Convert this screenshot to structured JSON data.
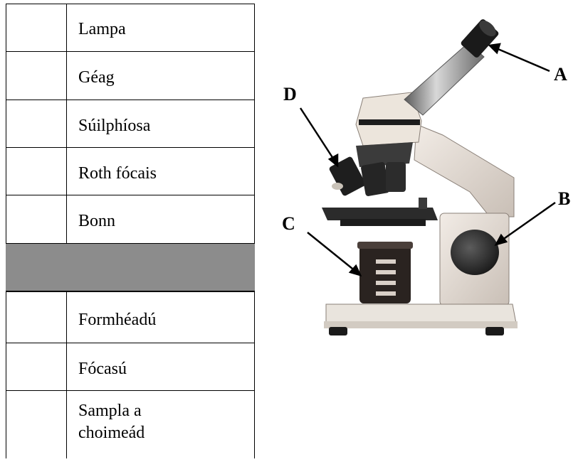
{
  "table": {
    "rows": [
      {
        "label": "Lampa"
      },
      {
        "label": "Géag"
      },
      {
        "label": "Súilphíosa"
      },
      {
        "label": "Roth fócais"
      },
      {
        "label": "Bonn"
      },
      {
        "label": ""
      },
      {
        "label": "Formhéadú"
      },
      {
        "label": "Fócasú"
      },
      {
        "label": "Sampla a\nchoimeád"
      }
    ]
  },
  "diagram": {
    "labels": {
      "a": "A",
      "b": "B",
      "c": "C",
      "d": "D"
    }
  }
}
